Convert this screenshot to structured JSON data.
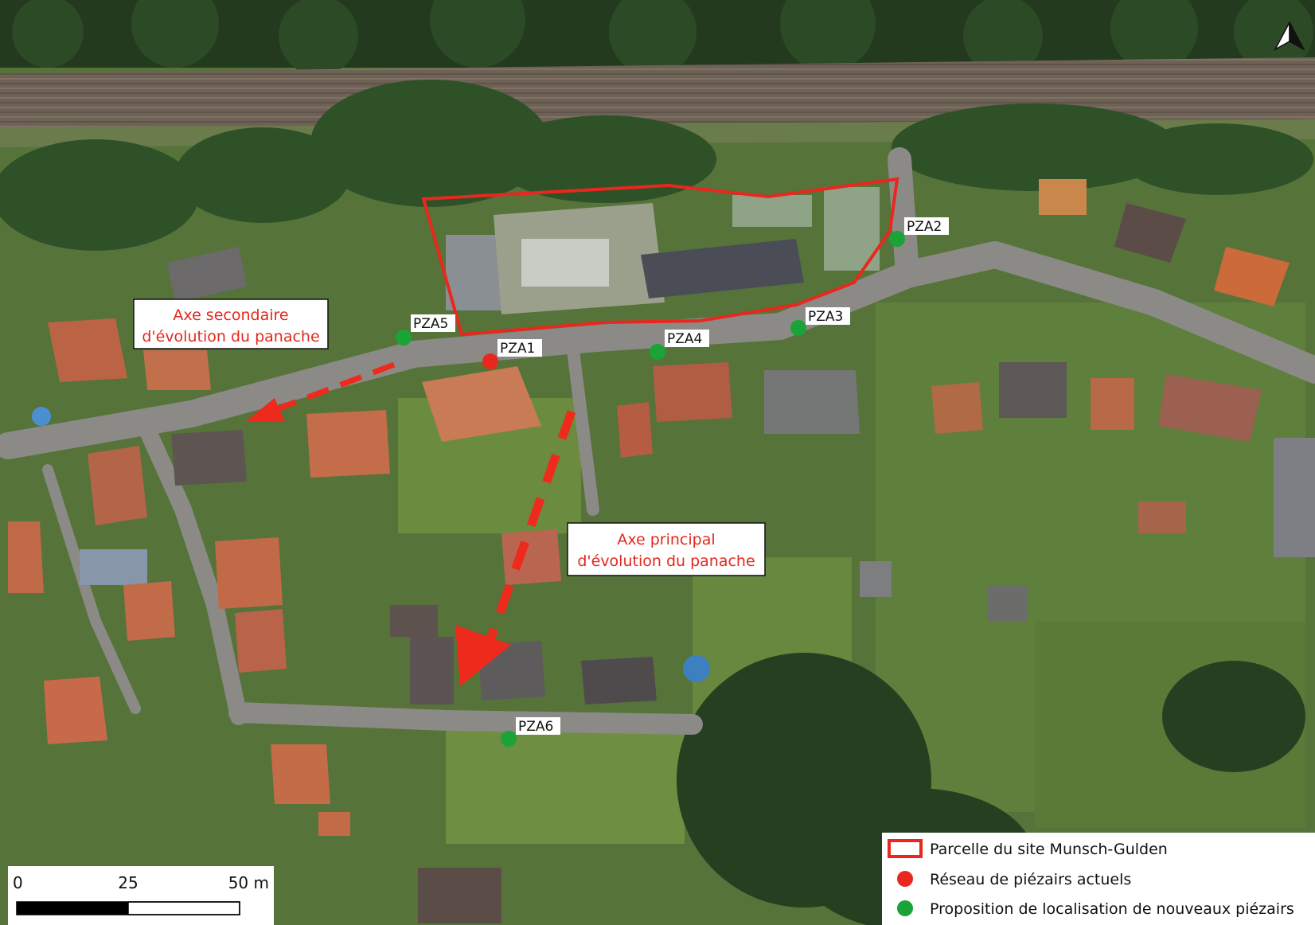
{
  "wells": [
    {
      "id": "PZA1",
      "type": "existing"
    },
    {
      "id": "PZA2",
      "type": "proposed"
    },
    {
      "id": "PZA3",
      "type": "proposed"
    },
    {
      "id": "PZA4",
      "type": "proposed"
    },
    {
      "id": "PZA5",
      "type": "proposed"
    },
    {
      "id": "PZA6",
      "type": "proposed"
    }
  ],
  "annotations": {
    "secondary_axis": [
      "Axe secondaire",
      "d'évolution du panache"
    ],
    "main_axis": [
      "Axe principal",
      "d'évolution du panache"
    ]
  },
  "scale": {
    "labels": [
      "0",
      "25",
      "50 m"
    ]
  },
  "legend": [
    {
      "symbol": "parcel-outline",
      "label": "Parcelle du site Munsch-Gulden"
    },
    {
      "symbol": "red-dot",
      "label": "Réseau de piézairs actuels"
    },
    {
      "symbol": "green-dot",
      "label": "Proposition de localisation de nouveaux piézairs"
    }
  ],
  "colors": {
    "existing": "#e8281e",
    "proposed": "#1aa336",
    "parcel": "#e8281e",
    "arrow": "#ee2a1c"
  },
  "north_icon": "north-arrow-icon"
}
